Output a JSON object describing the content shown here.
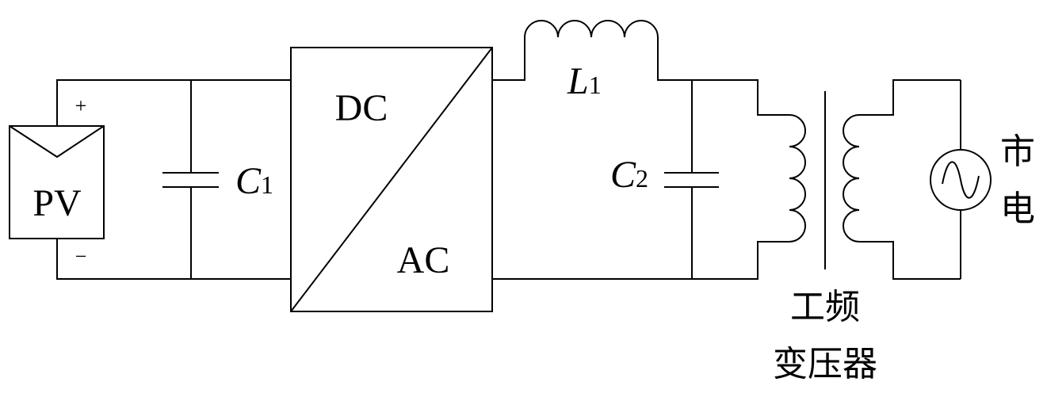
{
  "pv": {
    "label": "PV",
    "plus": "+",
    "minus": "−"
  },
  "c1": {
    "letter": "C",
    "sub": "1"
  },
  "converter": {
    "top": "DC",
    "bottom": "AC"
  },
  "l1": {
    "letter": "L",
    "sub": "1"
  },
  "c2": {
    "letter": "C",
    "sub": "2"
  },
  "transformer": {
    "line1": "工频",
    "line2": "变压器"
  },
  "grid": {
    "line1": "市",
    "line2": "电"
  },
  "icons": {
    "source": "ac-source-icon",
    "pv": "pv-panel-icon"
  }
}
